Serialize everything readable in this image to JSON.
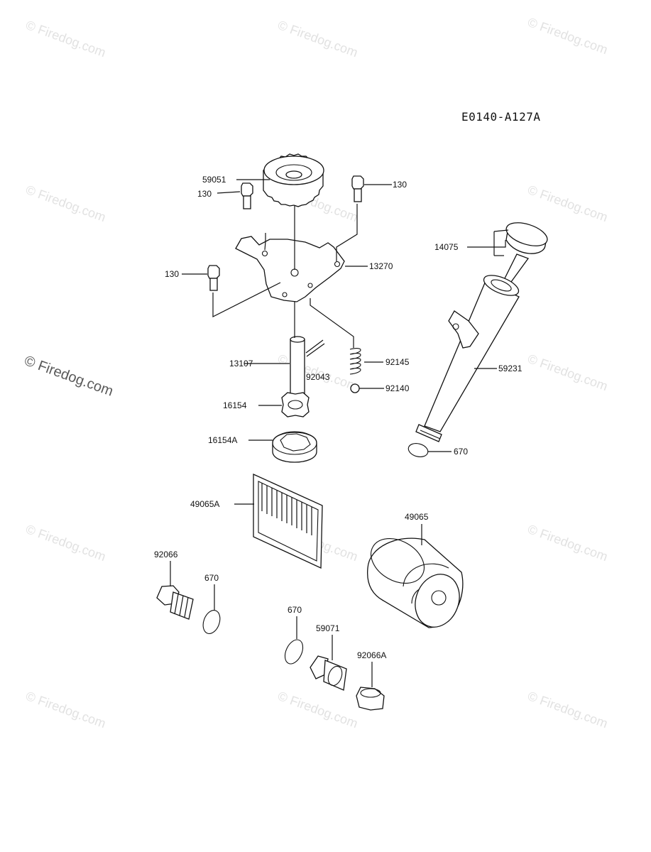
{
  "diagram_code": "E0140-A127A",
  "watermark": {
    "text": "© Firedog.com",
    "main": "© Firedog.com"
  },
  "parts": {
    "p59051": "59051",
    "p130_a": "130",
    "p130_b": "130",
    "p130_c": "130",
    "p13270": "13270",
    "p14075": "14075",
    "p13107": "13107",
    "p92043": "92043",
    "p92145": "92145",
    "p92140": "92140",
    "p59231": "59231",
    "p16154": "16154",
    "p16154A": "16154A",
    "p670_a": "670",
    "p49065A": "49065A",
    "p49065": "49065",
    "p92066": "92066",
    "p670_b": "670",
    "p670_c": "670",
    "p59071": "59071",
    "p92066A": "92066A"
  }
}
